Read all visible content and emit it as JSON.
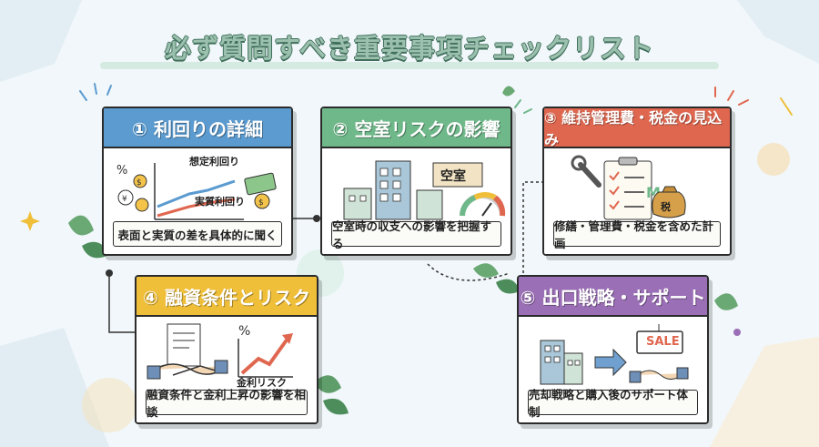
{
  "title": "必ず質問すべき重要事項チェックリスト",
  "colors": {
    "card1": "#5b9bd0",
    "card2": "#6fb88a",
    "card3": "#e0674f",
    "card4": "#f0bf3a",
    "card5": "#9b6fb6"
  },
  "cards": [
    {
      "title": "① 利回りの詳細",
      "caption": "表面と実質の差を具体的に聞く",
      "labels": {
        "nominal": "想定利回り",
        "actual": "実質利回り"
      }
    },
    {
      "title": "② 空室リスクの影響",
      "caption": "空室時の収支への影響を把握する",
      "labels": {
        "vacant": "空室"
      }
    },
    {
      "title": "③ 維持管理費・税金の見込み",
      "caption": "修繕・管理費・税金を含めた計画",
      "labels": {
        "tax": "税"
      }
    },
    {
      "title": "④ 融資条件とリスク",
      "caption": "融資条件と金利上昇の影響を相談",
      "labels": {
        "rate_risk": "金利リスク"
      }
    },
    {
      "title": "⑤ 出口戦略・サポート",
      "caption": "売却戦略と購入後のサポート体制",
      "labels": {
        "sale": "SALE"
      }
    }
  ]
}
